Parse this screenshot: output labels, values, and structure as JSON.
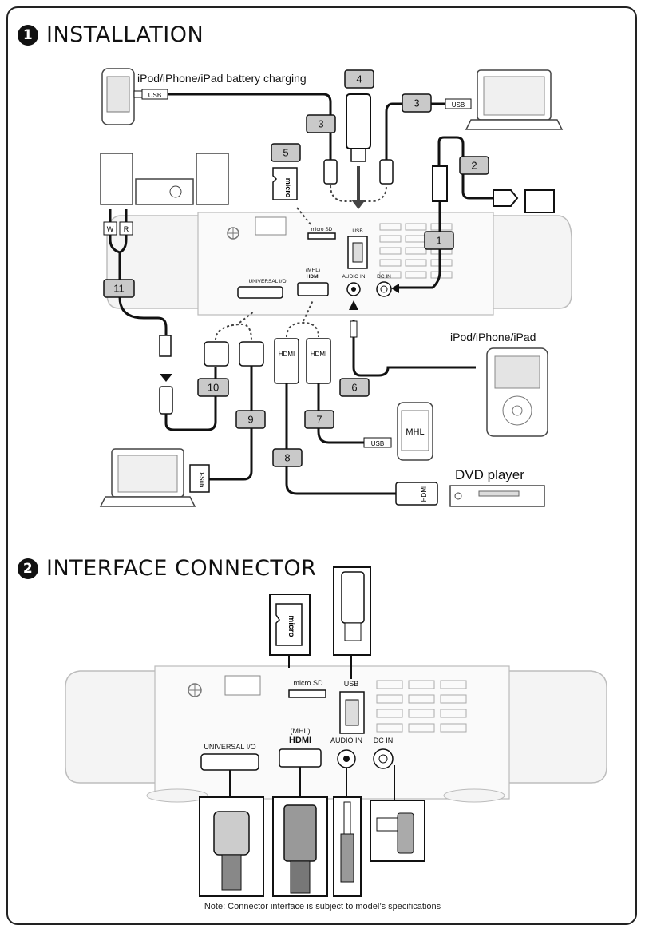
{
  "sections": {
    "installation": {
      "number": "1",
      "title": "INSTALLATION"
    },
    "interface": {
      "number": "2",
      "title": "INTERFACE CONNECTOR"
    }
  },
  "labels": {
    "ipod_charging": "iPod/iPhone/iPad battery charging",
    "ipod_player": "iPod/iPhone/iPad",
    "dvd_player": "DVD player",
    "mhl_device": "MHL"
  },
  "steps": [
    "1",
    "2",
    "3",
    "3",
    "4",
    "5",
    "6",
    "7",
    "8",
    "9",
    "10",
    "11"
  ],
  "connector_labels": {
    "usb": "USB",
    "hdmi": "HDMI",
    "dsub": "D-Sub",
    "white": "W",
    "red": "R"
  },
  "ports": {
    "micro_sd": "micro SD",
    "usb": "USB",
    "universal_io": "UNIVERSAL I/O",
    "mhl": "(MHL)",
    "hdmi": "HDMI",
    "audio_in": "AUDIO IN",
    "dc_in": "DC IN"
  },
  "footnote": "Note: Connector interface is subject to model’s specifications"
}
